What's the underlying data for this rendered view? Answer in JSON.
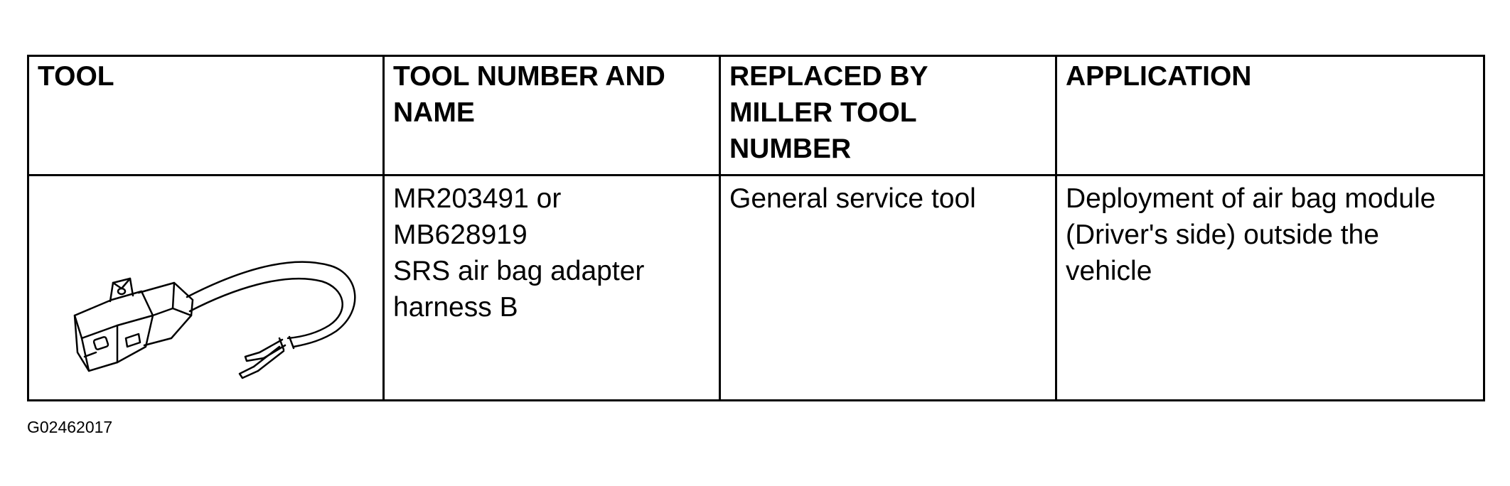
{
  "table": {
    "headers": {
      "tool": "TOOL",
      "number_line1": "TOOL NUMBER AND",
      "number_line2": "NAME",
      "replaced_line1": "REPLACED BY",
      "replaced_line2": "MILLER TOOL",
      "replaced_line3": "NUMBER",
      "application": "APPLICATION"
    },
    "rows": [
      {
        "tool_icon": "srs-adapter-harness-icon",
        "number_lines": [
          "MR203491 or",
          "MB628919",
          "SRS air bag adapter",
          "harness B"
        ],
        "replaced": "General service tool",
        "application_lines": [
          "Deployment of air bag module",
          "(Driver's side) outside the",
          "vehicle"
        ]
      }
    ]
  },
  "figure_code": "G02462017"
}
